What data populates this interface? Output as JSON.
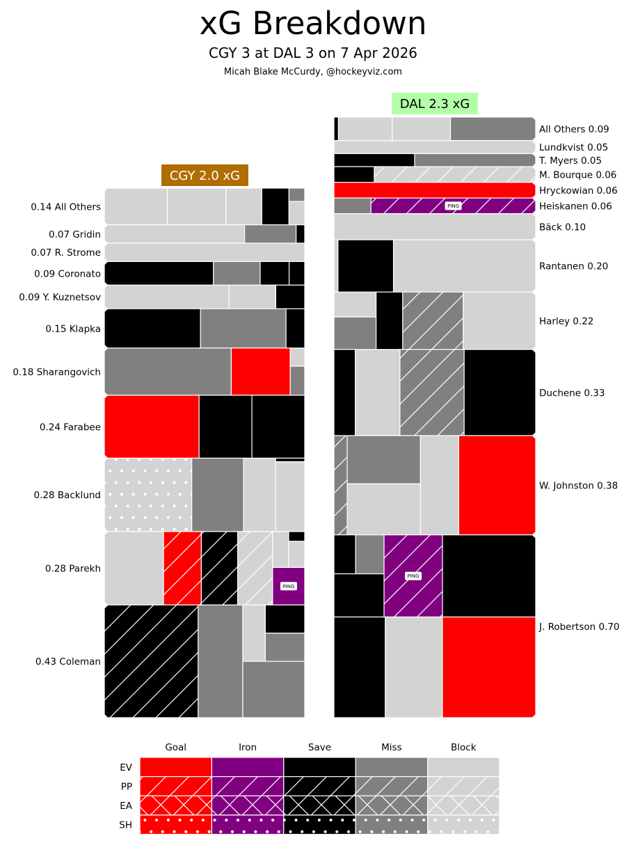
{
  "header": {
    "title": "xG Breakdown",
    "subtitle": "CGY 3 at DAL 3 on 7 Apr 2026",
    "credit": "Micah Blake McCurdy, @hockeyviz.com"
  },
  "chart_data": {
    "type": "treemap",
    "title": "xG Breakdown",
    "colors": {
      "Goal": "#ff0000",
      "Iron": "#800080",
      "Save": "#000000",
      "Miss": "#808080",
      "Block": "#d3d3d3"
    },
    "teams": [
      {
        "abbr": "CGY",
        "badge": "CGY 2.0 xG",
        "badge_color": "#b06d00",
        "badge_text_color": "#ffffff",
        "total_xg": 2.0,
        "players": [
          {
            "name": "All Others",
            "xg": 0.14,
            "label": "0.14 All Others",
            "shots": [
              {
                "result": "Block",
                "strength": "EV",
                "xg": 0.044
              },
              {
                "result": "Block",
                "strength": "EV",
                "xg": 0.041
              },
              {
                "result": "Block",
                "strength": "EV",
                "xg": 0.025
              },
              {
                "result": "Save",
                "strength": "EV",
                "xg": 0.019
              },
              {
                "result": "Miss",
                "strength": "EV",
                "xg": 0.004
              },
              {
                "result": "Block",
                "strength": "EV",
                "xg": 0.007
              }
            ]
          },
          {
            "name": "Gridin",
            "xg": 0.07,
            "label": "0.07 Gridin",
            "shots": [
              {
                "result": "Block",
                "strength": "EV",
                "xg": 0.049
              },
              {
                "result": "Miss",
                "strength": "EV",
                "xg": 0.018
              },
              {
                "result": "Save",
                "strength": "EV",
                "xg": 0.003
              }
            ]
          },
          {
            "name": "R. Strome",
            "xg": 0.07,
            "label": "0.07 R. Strome",
            "shots": [
              {
                "result": "Block",
                "strength": "EV",
                "xg": 0.07
              }
            ]
          },
          {
            "name": "Coronato",
            "xg": 0.09,
            "label": "0.09 Coronato",
            "shots": [
              {
                "result": "Save",
                "strength": "EV",
                "xg": 0.049
              },
              {
                "result": "Miss",
                "strength": "EV",
                "xg": 0.021
              },
              {
                "result": "Save",
                "strength": "EV",
                "xg": 0.013
              },
              {
                "result": "Save",
                "strength": "EV",
                "xg": 0.007
              }
            ]
          },
          {
            "name": "Y. Kuznetsov",
            "xg": 0.09,
            "label": "0.09 Y. Kuznetsov",
            "shots": [
              {
                "result": "Block",
                "strength": "EV",
                "xg": 0.056
              },
              {
                "result": "Block",
                "strength": "EV",
                "xg": 0.021
              },
              {
                "result": "Save",
                "strength": "EV",
                "xg": 0.013
              }
            ]
          },
          {
            "name": "Klapka",
            "xg": 0.15,
            "label": "0.15 Klapka",
            "shots": [
              {
                "result": "Save",
                "strength": "EV",
                "xg": 0.072
              },
              {
                "result": "Miss",
                "strength": "EV",
                "xg": 0.064
              },
              {
                "result": "Save",
                "strength": "EV",
                "xg": 0.014
              }
            ]
          },
          {
            "name": "Sharangovich",
            "xg": 0.18,
            "label": "0.18 Sharangovich",
            "shots": [
              {
                "result": "Miss",
                "strength": "EV",
                "xg": 0.114
              },
              {
                "result": "Goal",
                "strength": "EV",
                "xg": 0.053
              },
              {
                "result": "Block",
                "strength": "EV",
                "xg": 0.005
              },
              {
                "result": "Miss",
                "strength": "EV",
                "xg": 0.008
              }
            ]
          },
          {
            "name": "Farabee",
            "xg": 0.24,
            "label": "0.24 Farabee",
            "shots": [
              {
                "result": "Goal",
                "strength": "EV",
                "xg": 0.113
              },
              {
                "result": "Save",
                "strength": "EV",
                "xg": 0.063
              },
              {
                "result": "Save",
                "strength": "EV",
                "xg": 0.063
              }
            ]
          },
          {
            "name": "Backlund",
            "xg": 0.28,
            "label": "0.28 Backlund",
            "shots": [
              {
                "result": "Block",
                "strength": "SH",
                "xg": 0.123
              },
              {
                "result": "Miss",
                "strength": "EV",
                "xg": 0.073
              },
              {
                "result": "Block",
                "strength": "EV",
                "xg": 0.045
              },
              {
                "result": "Save",
                "strength": "EV",
                "xg": 0.002
              },
              {
                "result": "Block",
                "strength": "EV",
                "xg": 0.039
              }
            ]
          },
          {
            "name": "Parekh",
            "xg": 0.28,
            "label": "0.28 Parekh",
            "shots": [
              {
                "result": "Block",
                "strength": "EV",
                "xg": 0.083
              },
              {
                "result": "Goal",
                "strength": "PP",
                "xg": 0.053
              },
              {
                "result": "Save",
                "strength": "PP",
                "xg": 0.051
              },
              {
                "result": "Block",
                "strength": "PP",
                "xg": 0.049
              },
              {
                "result": "Block",
                "strength": "EV",
                "xg": 0.011
              },
              {
                "result": "Save",
                "strength": "EV",
                "xg": 0.003
              },
              {
                "result": "Block",
                "strength": "EV",
                "xg": 0.008
              },
              {
                "result": "Iron",
                "strength": "EV",
                "xg": 0.023,
                "label": "PING"
              }
            ]
          },
          {
            "name": "Coleman",
            "xg": 0.43,
            "label": "0.43 Coleman",
            "shots": [
              {
                "result": "Save",
                "strength": "PP",
                "xg": 0.2
              },
              {
                "result": "Miss",
                "strength": "EV",
                "xg": 0.095
              },
              {
                "result": "Block",
                "strength": "EV",
                "xg": 0.024
              },
              {
                "result": "Save",
                "strength": "EV",
                "xg": 0.021
              },
              {
                "result": "Miss",
                "strength": "EV",
                "xg": 0.021
              },
              {
                "result": "Miss",
                "strength": "EV",
                "xg": 0.066
              }
            ]
          }
        ]
      },
      {
        "abbr": "DAL",
        "badge": "DAL 2.3 xG",
        "badge_color": "#b3ffa8",
        "badge_text_color": "#000000",
        "total_xg": 2.3,
        "players": [
          {
            "name": "All Others",
            "xg": 0.09,
            "label": "All Others 0.09",
            "shots": [
              {
                "result": "Save",
                "strength": "EV",
                "xg": 0.002
              },
              {
                "result": "Block",
                "strength": "EV",
                "xg": 0.024
              },
              {
                "result": "Block",
                "strength": "EV",
                "xg": 0.026
              },
              {
                "result": "Miss",
                "strength": "EV",
                "xg": 0.038
              }
            ]
          },
          {
            "name": "Lundkvist",
            "xg": 0.05,
            "label": "Lundkvist 0.05",
            "shots": [
              {
                "result": "Block",
                "strength": "EV",
                "xg": 0.05
              }
            ]
          },
          {
            "name": "T. Myers",
            "xg": 0.05,
            "label": "T. Myers 0.05",
            "shots": [
              {
                "result": "Save",
                "strength": "EV",
                "xg": 0.02
              },
              {
                "result": "Miss",
                "strength": "EV",
                "xg": 0.03
              }
            ]
          },
          {
            "name": "M. Bourque",
            "xg": 0.06,
            "label": "M. Bourque 0.06",
            "shots": [
              {
                "result": "Save",
                "strength": "EV",
                "xg": 0.012
              },
              {
                "result": "Block",
                "strength": "PP",
                "xg": 0.048
              }
            ]
          },
          {
            "name": "Hryckowian",
            "xg": 0.06,
            "label": "Hryckowian 0.06",
            "shots": [
              {
                "result": "Goal",
                "strength": "EV",
                "xg": 0.06
              }
            ]
          },
          {
            "name": "Heiskanen",
            "xg": 0.06,
            "label": "Heiskanen 0.06",
            "shots": [
              {
                "result": "Miss",
                "strength": "EV",
                "xg": 0.011
              },
              {
                "result": "Iron",
                "strength": "PP",
                "xg": 0.049,
                "label": "PING"
              }
            ]
          },
          {
            "name": "Bäck",
            "xg": 0.1,
            "label": "Bäck 0.10",
            "shots": [
              {
                "result": "Block",
                "strength": "EV",
                "xg": 0.1
              }
            ]
          },
          {
            "name": "Rantanen",
            "xg": 0.2,
            "label": "Rantanen 0.20",
            "shots": [
              {
                "result": "Block",
                "strength": "EV",
                "xg": 0.004
              },
              {
                "result": "Save",
                "strength": "EV",
                "xg": 0.055
              },
              {
                "result": "Block",
                "strength": "EV",
                "xg": 0.141
              }
            ]
          },
          {
            "name": "Harley",
            "xg": 0.22,
            "label": "Harley 0.22",
            "shots": [
              {
                "result": "Block",
                "strength": "EV",
                "xg": 0.02
              },
              {
                "result": "Miss",
                "strength": "EV",
                "xg": 0.026
              },
              {
                "result": "Save",
                "strength": "EV",
                "xg": 0.029
              },
              {
                "result": "Miss",
                "strength": "PP",
                "xg": 0.066
              },
              {
                "result": "Block",
                "strength": "EV",
                "xg": 0.079
              }
            ]
          },
          {
            "name": "Duchene",
            "xg": 0.33,
            "label": "Duchene 0.33",
            "shots": [
              {
                "result": "Save",
                "strength": "EV",
                "xg": 0.035
              },
              {
                "result": "Block",
                "strength": "EV",
                "xg": 0.073
              },
              {
                "result": "Miss",
                "strength": "PP",
                "xg": 0.105
              },
              {
                "result": "Save",
                "strength": "EV",
                "xg": 0.117
              }
            ]
          },
          {
            "name": "W. Johnston",
            "xg": 0.38,
            "label": "W. Johnston 0.38",
            "shots": [
              {
                "result": "Miss",
                "strength": "PP",
                "xg": 0.025
              },
              {
                "result": "Miss",
                "strength": "EV",
                "xg": 0.067
              },
              {
                "result": "Block",
                "strength": "EV",
                "xg": 0.071
              },
              {
                "result": "Block",
                "strength": "EV",
                "xg": 0.072
              },
              {
                "result": "Goal",
                "strength": "EV",
                "xg": 0.145
              }
            ]
          },
          {
            "name": "J. Robertson",
            "xg": 0.7,
            "label": "J. Robertson 0.70",
            "shots": [
              {
                "result": "Save",
                "strength": "EV",
                "xg": 0.016
              },
              {
                "result": "Miss",
                "strength": "EV",
                "xg": 0.021
              },
              {
                "result": "Save",
                "strength": "EV",
                "xg": 0.041
              },
              {
                "result": "Iron",
                "strength": "PP",
                "xg": 0.091,
                "label": "PING"
              },
              {
                "result": "Save",
                "strength": "EV",
                "xg": 0.145
              },
              {
                "result": "Save",
                "strength": "EV",
                "xg": 0.098
              },
              {
                "result": "Block",
                "strength": "EV",
                "xg": 0.109
              },
              {
                "result": "Goal",
                "strength": "EV",
                "xg": 0.178
              }
            ]
          }
        ]
      }
    ],
    "legend": {
      "results": [
        "Goal",
        "Iron",
        "Save",
        "Miss",
        "Block"
      ],
      "strengths": [
        "EV",
        "PP",
        "EA",
        "SH"
      ]
    }
  }
}
